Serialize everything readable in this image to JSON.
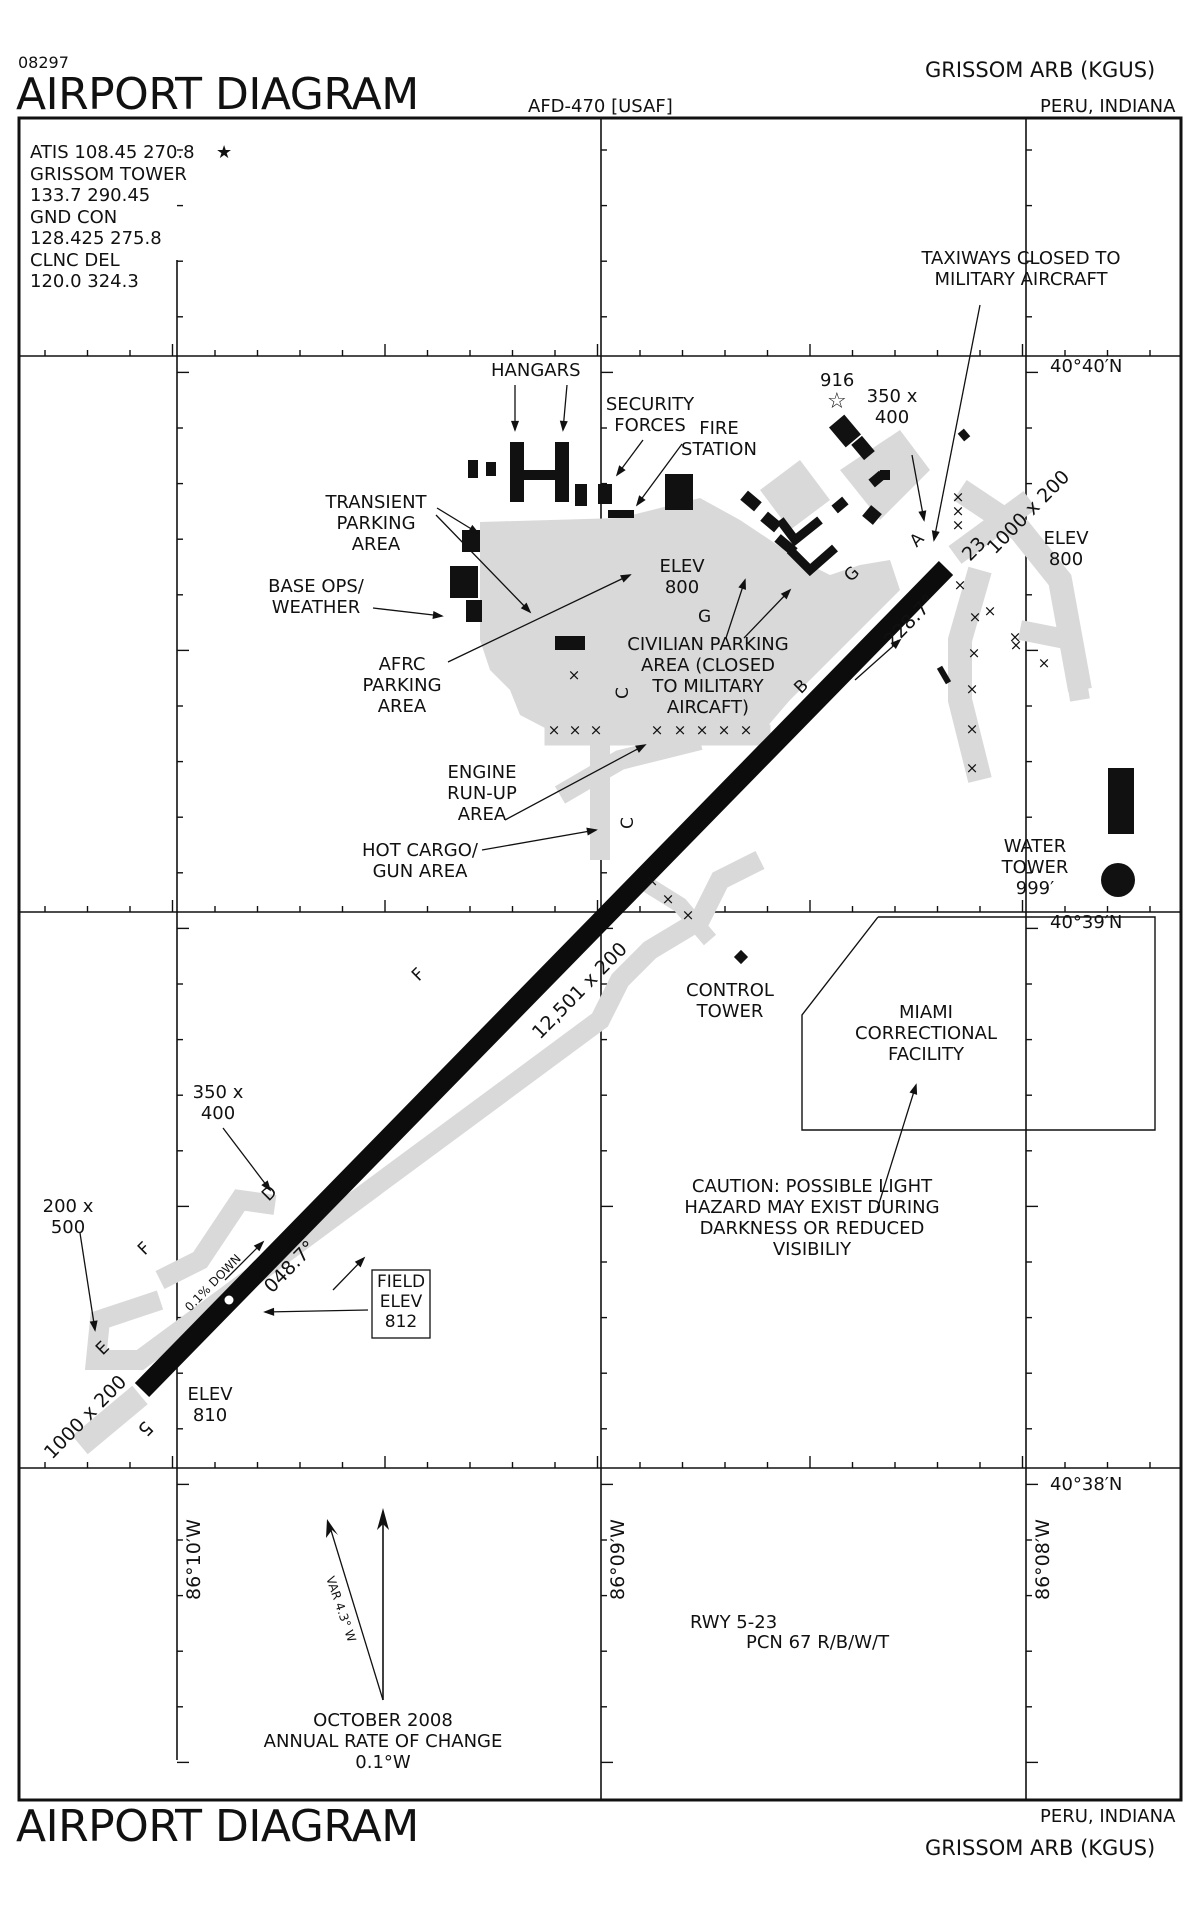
{
  "header": {
    "chart_id": "08297",
    "title": "AIRPORT DIAGRAM",
    "airport": "GRISSOM ARB (KGUS)",
    "afd": "AFD-470 [USAF]",
    "location": "PERU, INDIANA"
  },
  "footer": {
    "title": "AIRPORT DIAGRAM",
    "location": "PERU, INDIANA",
    "airport": "GRISSOM ARB (KGUS)"
  },
  "frequencies": {
    "line1": "ATIS 108.45 270.8",
    "line2": "GRISSOM TOWER",
    "line3": "133.7 290.45",
    "line4": "GND CON",
    "line5": "128.425 275.8",
    "line6": "CLNC DEL",
    "line7": "120.0 324.3"
  },
  "coords": {
    "lat1": "40°40′N",
    "lat2": "40°39′N",
    "lat3": "40°38′N",
    "lon1": "86°10′W",
    "lon2": "86°09′W",
    "lon3": "86°08′W"
  },
  "labels": {
    "taxiways_closed_1": "TAXIWAYS CLOSED TO",
    "taxiways_closed_2": "MILITARY AIRCRAFT",
    "hangars": "HANGARS",
    "security_1": "SECURITY",
    "security_2": "FORCES",
    "fire_1": "FIRE",
    "fire_2": "STATION",
    "obs_916": "916",
    "pad_ne_1": "350 x",
    "pad_ne_2": "400",
    "transient_1": "TRANSIENT",
    "transient_2": "PARKING",
    "transient_3": "AREA",
    "baseops_1": "BASE OPS/",
    "baseops_2": "WEATHER",
    "elev_center_1": "ELEV",
    "elev_center_2": "800",
    "elev_ne_1": "ELEV",
    "elev_ne_2": "800",
    "afrc_1": "AFRC",
    "afrc_2": "PARKING",
    "afrc_3": "AREA",
    "civilian_1": "CIVILIAN PARKING",
    "civilian_2": "AREA (CLOSED",
    "civilian_3": "TO MILITARY",
    "civilian_4": "AIRCAFT)",
    "engine_1": "ENGINE",
    "engine_2": "RUN-UP",
    "engine_3": "AREA",
    "hotcargo_1": "HOT CARGO/",
    "hotcargo_2": "GUN AREA",
    "water_1": "WATER",
    "water_2": "TOWER",
    "water_3": "999′",
    "control_1": "CONTROL",
    "control_2": "TOWER",
    "miami_1": "MIAMI",
    "miami_2": "CORRECTIONAL",
    "miami_3": "FACILITY",
    "caution_1": "CAUTION: POSSIBLE LIGHT",
    "caution_2": "HAZARD MAY EXIST DURING",
    "caution_3": "DARKNESS OR REDUCED",
    "caution_4": "VISIBILIY",
    "pad_sw_1": "350 x",
    "pad_sw_2": "400",
    "overrun_sw_1": "200 x",
    "overrun_sw_2": "500",
    "field_1": "FIELD",
    "field_2": "ELEV",
    "field_3": "812",
    "elev_sw_1": "ELEV",
    "elev_sw_2": "810",
    "rwy_1": "RWY 5-23",
    "rwy_2": "PCN 67 R/B/W/T",
    "mag_1": "OCTOBER 2008",
    "mag_2": "ANNUAL RATE OF CHANGE",
    "mag_3": "0.1°W",
    "var": "VAR 4.3° W"
  },
  "runway": {
    "dimensions": "12,501 x 200",
    "hdg_ne": "048.7°",
    "hdg_sw": "228.7°",
    "end_5": "5",
    "end_23": "23",
    "overrun_ne": "1000 x 200",
    "overrun_sw": "1000 x 200",
    "slope": "0.1% DOWN"
  },
  "taxiways": {
    "a": "A",
    "b": "B",
    "c1": "C",
    "c2": "C",
    "d": "D",
    "e": "E",
    "f1": "F",
    "f2": "F",
    "g1": "G",
    "g2": "G"
  },
  "colors": {
    "pavement": "#d9d9d9",
    "runway": "#0c0c0c",
    "ink": "#111111"
  }
}
